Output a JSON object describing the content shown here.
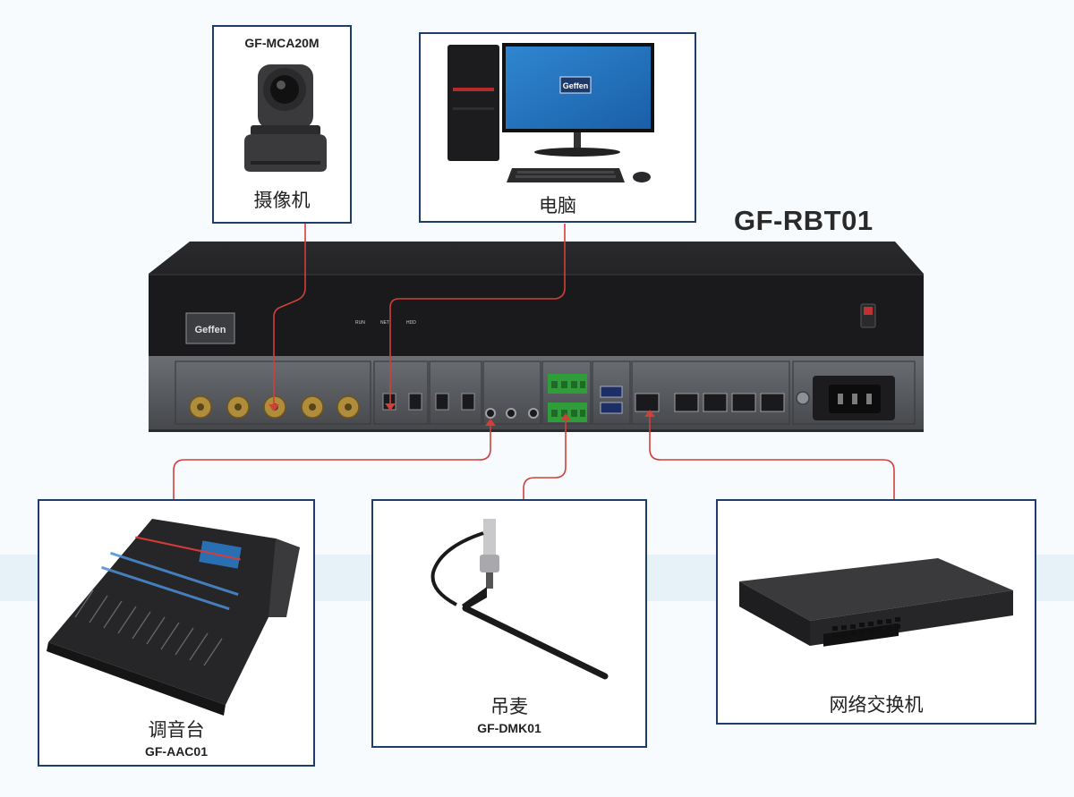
{
  "title": "GF-RBT01",
  "devices": {
    "camera": {
      "model": "GF-MCA20M",
      "label": "摄像机"
    },
    "computer": {
      "label": "电脑",
      "logo_text": "Geffen"
    },
    "mixer": {
      "label": "调音台",
      "model": "GF-AAC01"
    },
    "mic": {
      "label": "吊麦",
      "model": "GF-DMK01"
    },
    "switch": {
      "label": "网络交换机"
    }
  },
  "unit": {
    "logo_text": "Geffen",
    "leds": [
      "RUN",
      "NET",
      "HDD"
    ]
  },
  "colors": {
    "frame": "#1f3d6b",
    "cable": "#d0403a",
    "chassis": "#1b1b1d",
    "rear_panel": "#55585d"
  }
}
